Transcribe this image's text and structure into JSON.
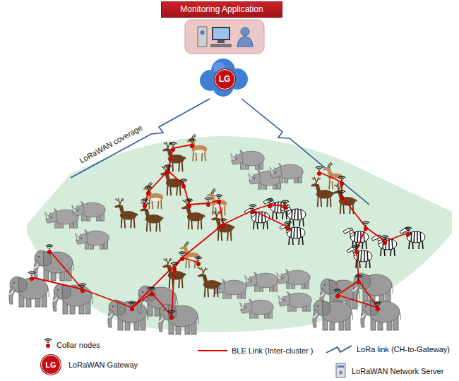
{
  "diagram": {
    "nodes": [
      {
        "text": [
          "Monitoring Application"
        ]
      },
      {
        "text": [
          "LG"
        ]
      },
      {
        "text": [
          "LG"
        ]
      }
    ],
    "labels": [
      "LoRaWAN coverage"
    ],
    "legend": [
      {
        "text": "Collar nodes"
      },
      {
        "text": "LoRaWAN Gateway"
      },
      {
        "text": "BLE Link (Inter-cluster )"
      },
      {
        "text": "LoRa link (CH-to-Gateway)"
      },
      {
        "text": "LoRaWAN Network Server"
      }
    ]
  }
}
